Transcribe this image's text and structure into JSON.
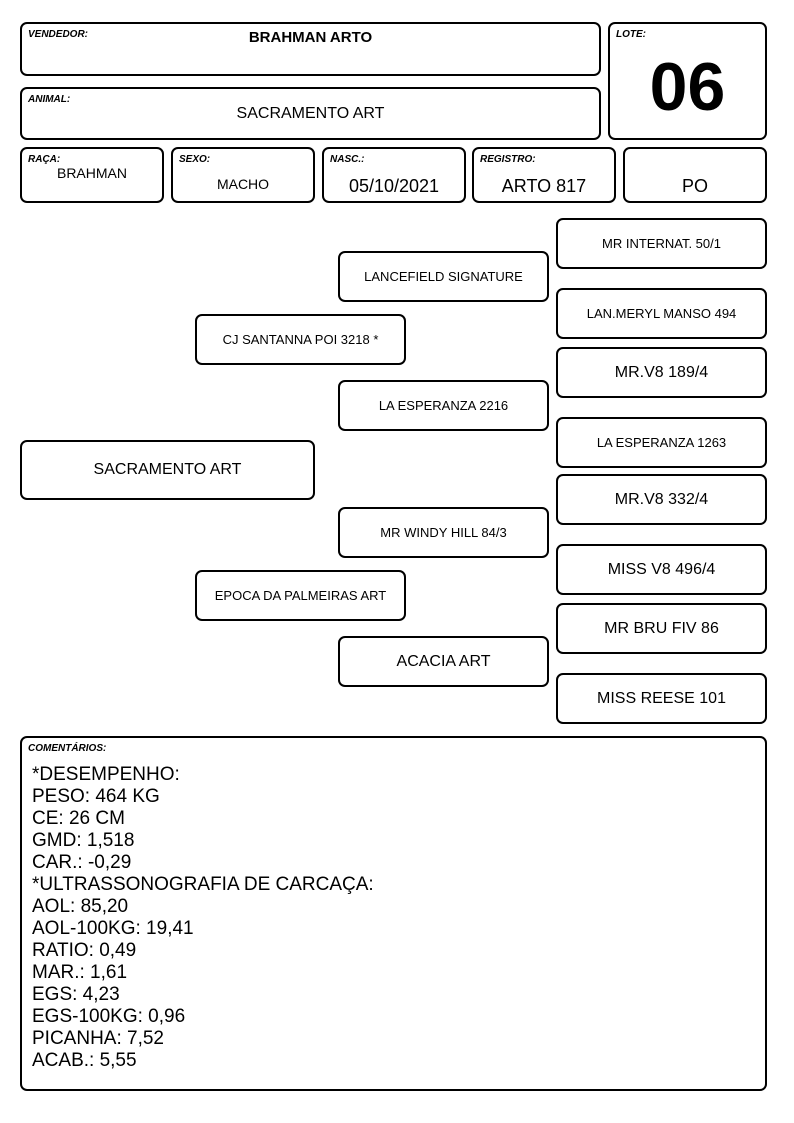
{
  "header": {
    "vendedor_label": "VENDEDOR:",
    "vendedor": "BRAHMAN ARTO",
    "lote_label": "LOTE:",
    "lote": "06",
    "animal_label": "ANIMAL:",
    "animal": "SACRAMENTO ART",
    "raca_label": "RAÇA:",
    "raca": "BRAHMAN",
    "sexo_label": "SEXO:",
    "sexo": "MACHO",
    "nasc_label": "NASC.:",
    "nasc": "05/10/2021",
    "registro_label": "REGISTRO:",
    "registro": "ARTO 817",
    "categoria": "PO"
  },
  "pedigree": {
    "animal": "SACRAMENTO ART",
    "sire": "CJ SANTANNA POI 3218 *",
    "dam": "EPOCA DA PALMEIRAS ART",
    "sire_sire": "LANCEFIELD SIGNATURE",
    "sire_dam": "LA ESPERANZA 2216",
    "dam_sire": "MR WINDY HILL 84/3",
    "dam_dam": "ACACIA ART",
    "g3": [
      "MR INTERNAT. 50/1",
      "LAN.MERYL MANSO 494",
      "MR.V8 189/4",
      "LA ESPERANZA 1263",
      "MR.V8 332/4",
      "MISS V8 496/4",
      "MR BRU FIV 86",
      "MISS REESE 101"
    ]
  },
  "comments": {
    "label": "COMENTÁRIOS:",
    "lines": [
      "*DESEMPENHO:",
      "PESO: 464 KG",
      "CE: 26 CM",
      "GMD: 1,518",
      "CAR.: -0,29",
      "*ULTRASSONOGRAFIA DE CARCAÇA:",
      "AOL: 85,20",
      "AOL-100KG: 19,41",
      "RATIO: 0,49",
      "MAR.: 1,61",
      "EGS: 4,23",
      "EGS-100KG: 0,96",
      "PICANHA: 7,52",
      "ACAB.: 5,55"
    ]
  }
}
